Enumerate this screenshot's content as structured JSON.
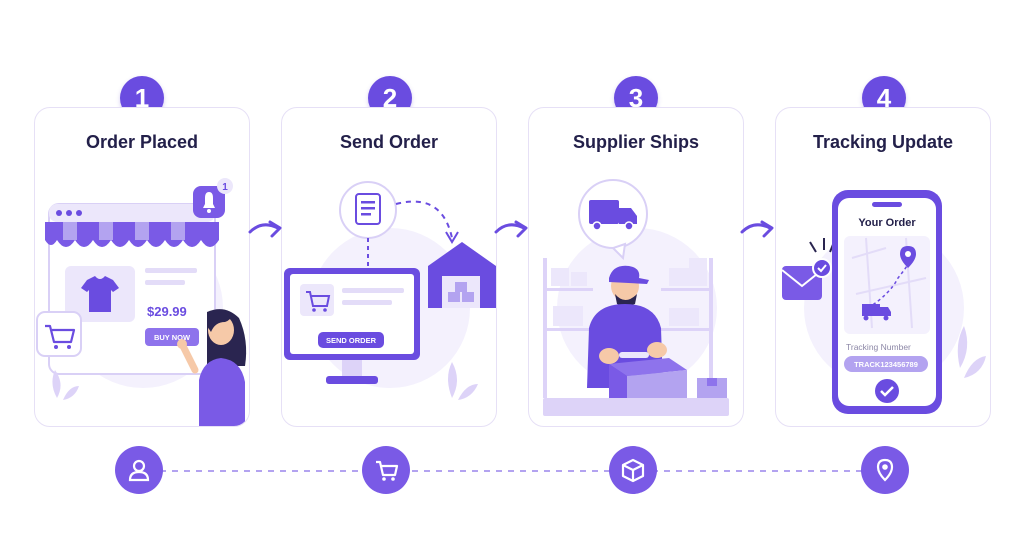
{
  "colors": {
    "primary": "#6a4ce0",
    "light": "#ece7fb",
    "lighter": "#f4f1fd",
    "text": "#23204a"
  },
  "steps": [
    {
      "number": "1",
      "title": "Order Placed",
      "notification_count": "1",
      "price": "$29.99",
      "button_label": "BUY NOW"
    },
    {
      "number": "2",
      "title": "Send Order",
      "button_label": "SEND ORDER"
    },
    {
      "number": "3",
      "title": "Supplier Ships"
    },
    {
      "number": "4",
      "title": "Tracking Update",
      "phone_header": "Your Order",
      "tracking_label": "Tracking Number",
      "tracking_number": "TRACK123456789"
    }
  ],
  "bottom_icons": [
    "user-icon",
    "cart-icon",
    "box-icon",
    "location-pin-icon"
  ]
}
